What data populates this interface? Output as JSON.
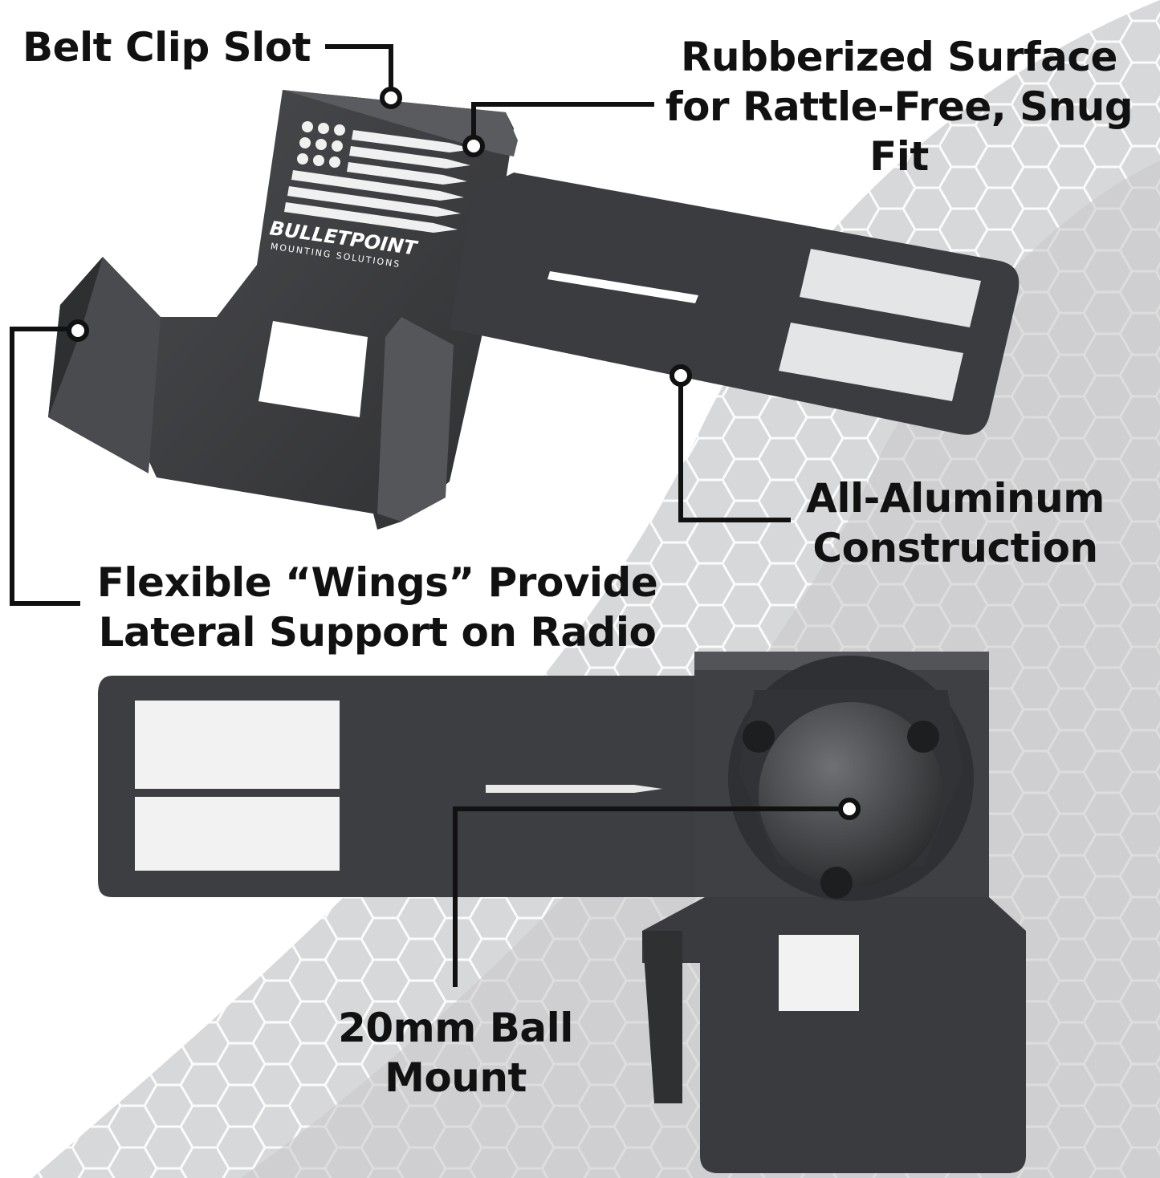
{
  "callouts": {
    "belt_clip_slot": "Belt Clip Slot",
    "rubberized_surface": [
      "Rubberized Surface",
      "for Rattle-Free, Snug",
      "Fit"
    ],
    "all_aluminum": [
      "All-Aluminum",
      "Construction"
    ],
    "flexible_wings": [
      "Flexible “Wings” Provide",
      "Lateral Support on Radio"
    ],
    "ball_mount": [
      "20mm Ball",
      "Mount"
    ]
  },
  "brand": {
    "logo_text": "BULLETPOINT",
    "logo_subtext": "MOUNTING SOLUTIONS"
  },
  "colors": {
    "text": "#111111",
    "leader": "#111111",
    "bracket": "#3a3b3d",
    "bracket_edge": "#2a2b2d",
    "background_pattern": "#d9dadc"
  }
}
